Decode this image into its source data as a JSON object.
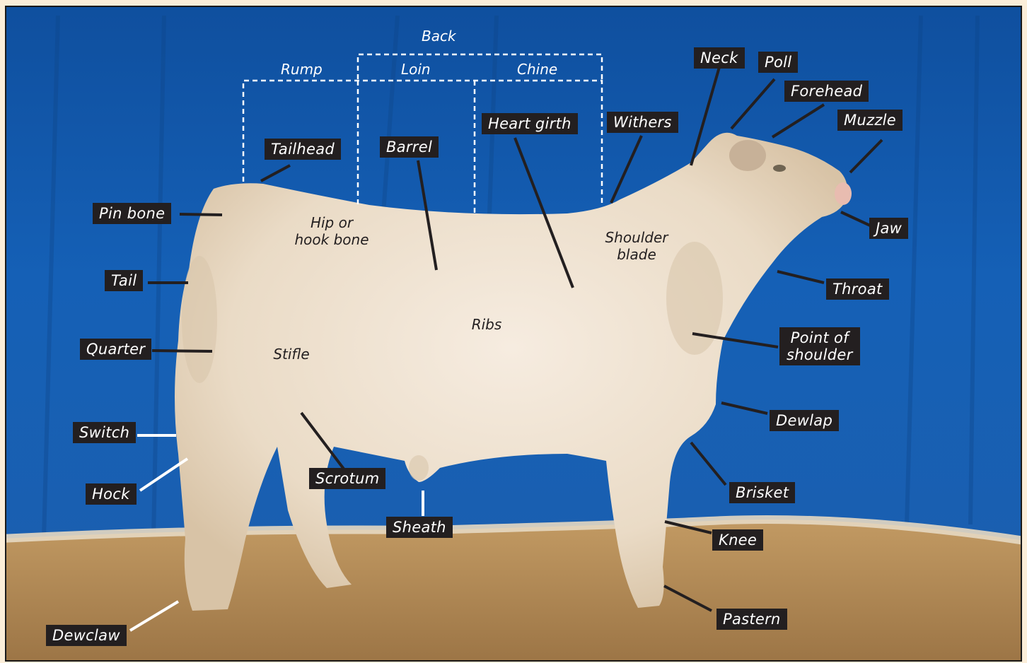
{
  "regions": {
    "back": "Back",
    "rump": "Rump",
    "loin": "Loin",
    "chine": "Chine"
  },
  "labels": {
    "neck": "Neck",
    "poll": "Poll",
    "forehead": "Forehead",
    "muzzle": "Muzzle",
    "heart_girth": "Heart girth",
    "withers": "Withers",
    "tailhead": "Tailhead",
    "barrel": "Barrel",
    "pin_bone": "Pin bone",
    "jaw": "Jaw",
    "tail": "Tail",
    "throat": "Throat",
    "point_of_shoulder_1": "Point of",
    "point_of_shoulder_2": "shoulder",
    "quarter": "Quarter",
    "dewlap": "Dewlap",
    "switch": "Switch",
    "scrotum": "Scrotum",
    "hock": "Hock",
    "brisket": "Brisket",
    "sheath": "Sheath",
    "knee": "Knee",
    "pastern": "Pastern",
    "dewclaw": "Dewclaw"
  },
  "body_text": {
    "hip_1": "Hip or",
    "hip_2": "hook bone",
    "shoulder_1": "Shoulder",
    "shoulder_2": "blade",
    "ribs": "Ribs",
    "stifle": "Stifle"
  },
  "colors": {
    "backdrop": "#1257a8",
    "floor": "#b58c55",
    "animal": "#f0e3d0",
    "label_bg": "#231f20"
  }
}
